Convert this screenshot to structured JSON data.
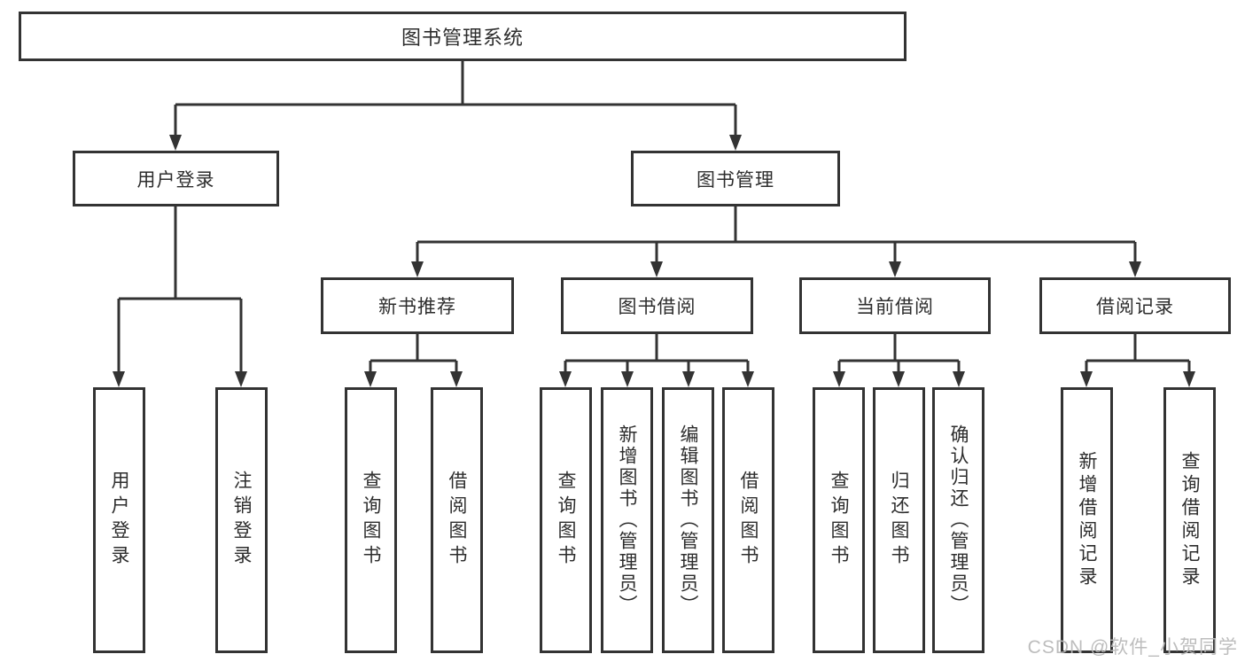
{
  "diagram": {
    "colors": {
      "line": "#333333",
      "box_border": "#333333",
      "text": "#2d2d2d",
      "background": "#ffffff",
      "watermark": "#b9b9b9"
    },
    "tree": {
      "label": "图书管理系统",
      "children": [
        {
          "label": "用户登录",
          "children": [
            {
              "label": "用户登录"
            },
            {
              "label": "注销登录"
            }
          ]
        },
        {
          "label": "图书管理",
          "children": [
            {
              "label": "新书推荐",
              "children": [
                {
                  "label": "查询图书"
                },
                {
                  "label": "借阅图书"
                }
              ]
            },
            {
              "label": "图书借阅",
              "children": [
                {
                  "label": "查询图书"
                },
                {
                  "label": "新增图书（管理员）"
                },
                {
                  "label": "编辑图书（管理员）"
                },
                {
                  "label": "借阅图书"
                }
              ]
            },
            {
              "label": "当前借阅",
              "children": [
                {
                  "label": "查询图书"
                },
                {
                  "label": "归还图书"
                },
                {
                  "label": "确认归还（管理员）"
                }
              ]
            },
            {
              "label": "借阅记录",
              "children": [
                {
                  "label": "新增借阅记录"
                },
                {
                  "label": "查询借阅记录"
                }
              ]
            }
          ]
        }
      ]
    },
    "watermark": {
      "text": "CSDN @软件_小贺同学"
    }
  }
}
